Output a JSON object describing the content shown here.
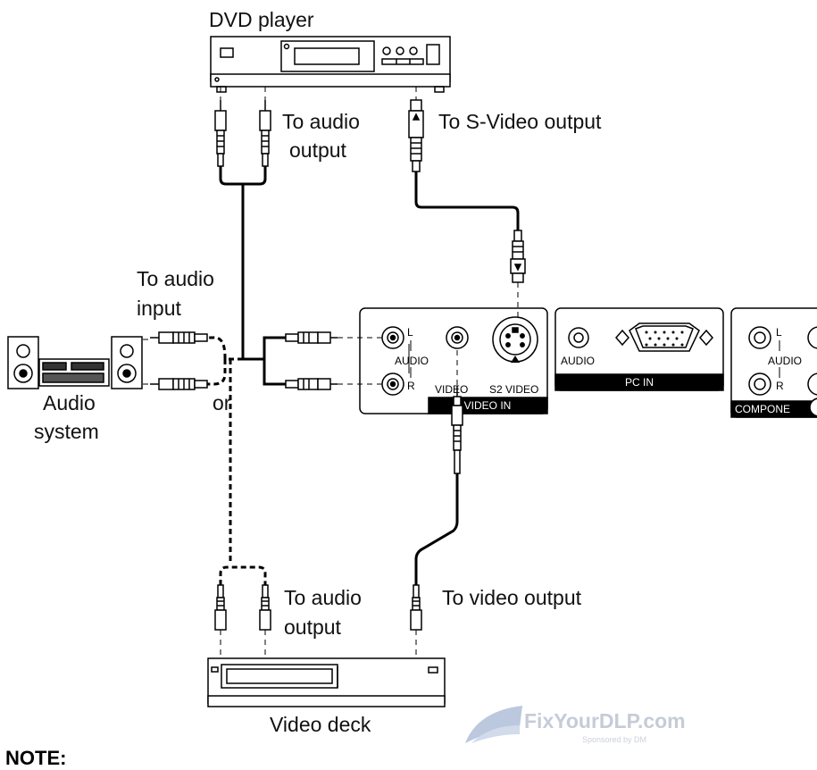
{
  "devices": {
    "dvd_player": "DVD player",
    "video_deck": "Video deck",
    "audio_system": [
      "Audio",
      "system"
    ]
  },
  "labels": {
    "dvd_audio_output": [
      "To audio",
      "output"
    ],
    "svideo_output": "To S-Video output",
    "audio_input": [
      "To audio",
      "input"
    ],
    "or": "or",
    "deck_audio_output": [
      "To audio",
      "output"
    ],
    "video_output": "To video output"
  },
  "panel": {
    "video_in": "VIDEO IN",
    "pc_in": "PC IN",
    "component": "COMPONE",
    "audio": "AUDIO",
    "left": "L",
    "right": "R",
    "video": "VIDEO",
    "s2_video": "S2 VIDEO"
  },
  "watermark": {
    "text": "FixYourDLP.com",
    "sponsor": "Sponsored by DM"
  },
  "note": "NOTE:"
}
